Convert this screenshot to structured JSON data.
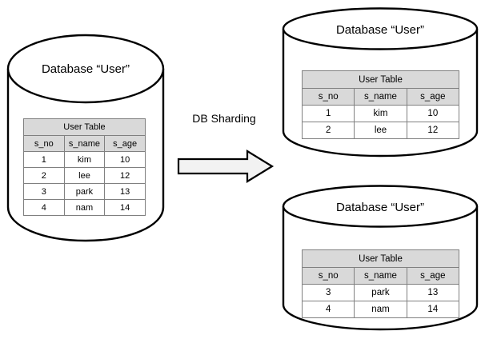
{
  "diagram": {
    "title": "DB Sharding",
    "background_color": "#ffffff",
    "stroke_color": "#000000",
    "table_header_fill": "#d9d9d9",
    "arrow_fill": "#f2f2f2"
  },
  "process": {
    "label": "DB Sharding",
    "arrow_name": "db-sharding-arrow",
    "direction": "right"
  },
  "table_columns": [
    "s_no",
    "s_name",
    "s_age"
  ],
  "table_title": "User Table",
  "databases": [
    {
      "id": "source",
      "title": "Database “User”",
      "table": {
        "title": "User Table",
        "columns": [
          "s_no",
          "s_name",
          "s_age"
        ],
        "rows": [
          [
            "1",
            "kim",
            "10"
          ],
          [
            "2",
            "lee",
            "12"
          ],
          [
            "3",
            "park",
            "13"
          ],
          [
            "4",
            "nam",
            "14"
          ]
        ]
      }
    },
    {
      "id": "shard-1",
      "title": "Database “User”",
      "table": {
        "title": "User Table",
        "columns": [
          "s_no",
          "s_name",
          "s_age"
        ],
        "rows": [
          [
            "1",
            "kim",
            "10"
          ],
          [
            "2",
            "lee",
            "12"
          ]
        ]
      }
    },
    {
      "id": "shard-2",
      "title": "Database “User”",
      "table": {
        "title": "User Table",
        "columns": [
          "s_no",
          "s_name",
          "s_age"
        ],
        "rows": [
          [
            "3",
            "park",
            "13"
          ],
          [
            "4",
            "nam",
            "14"
          ]
        ]
      }
    }
  ]
}
